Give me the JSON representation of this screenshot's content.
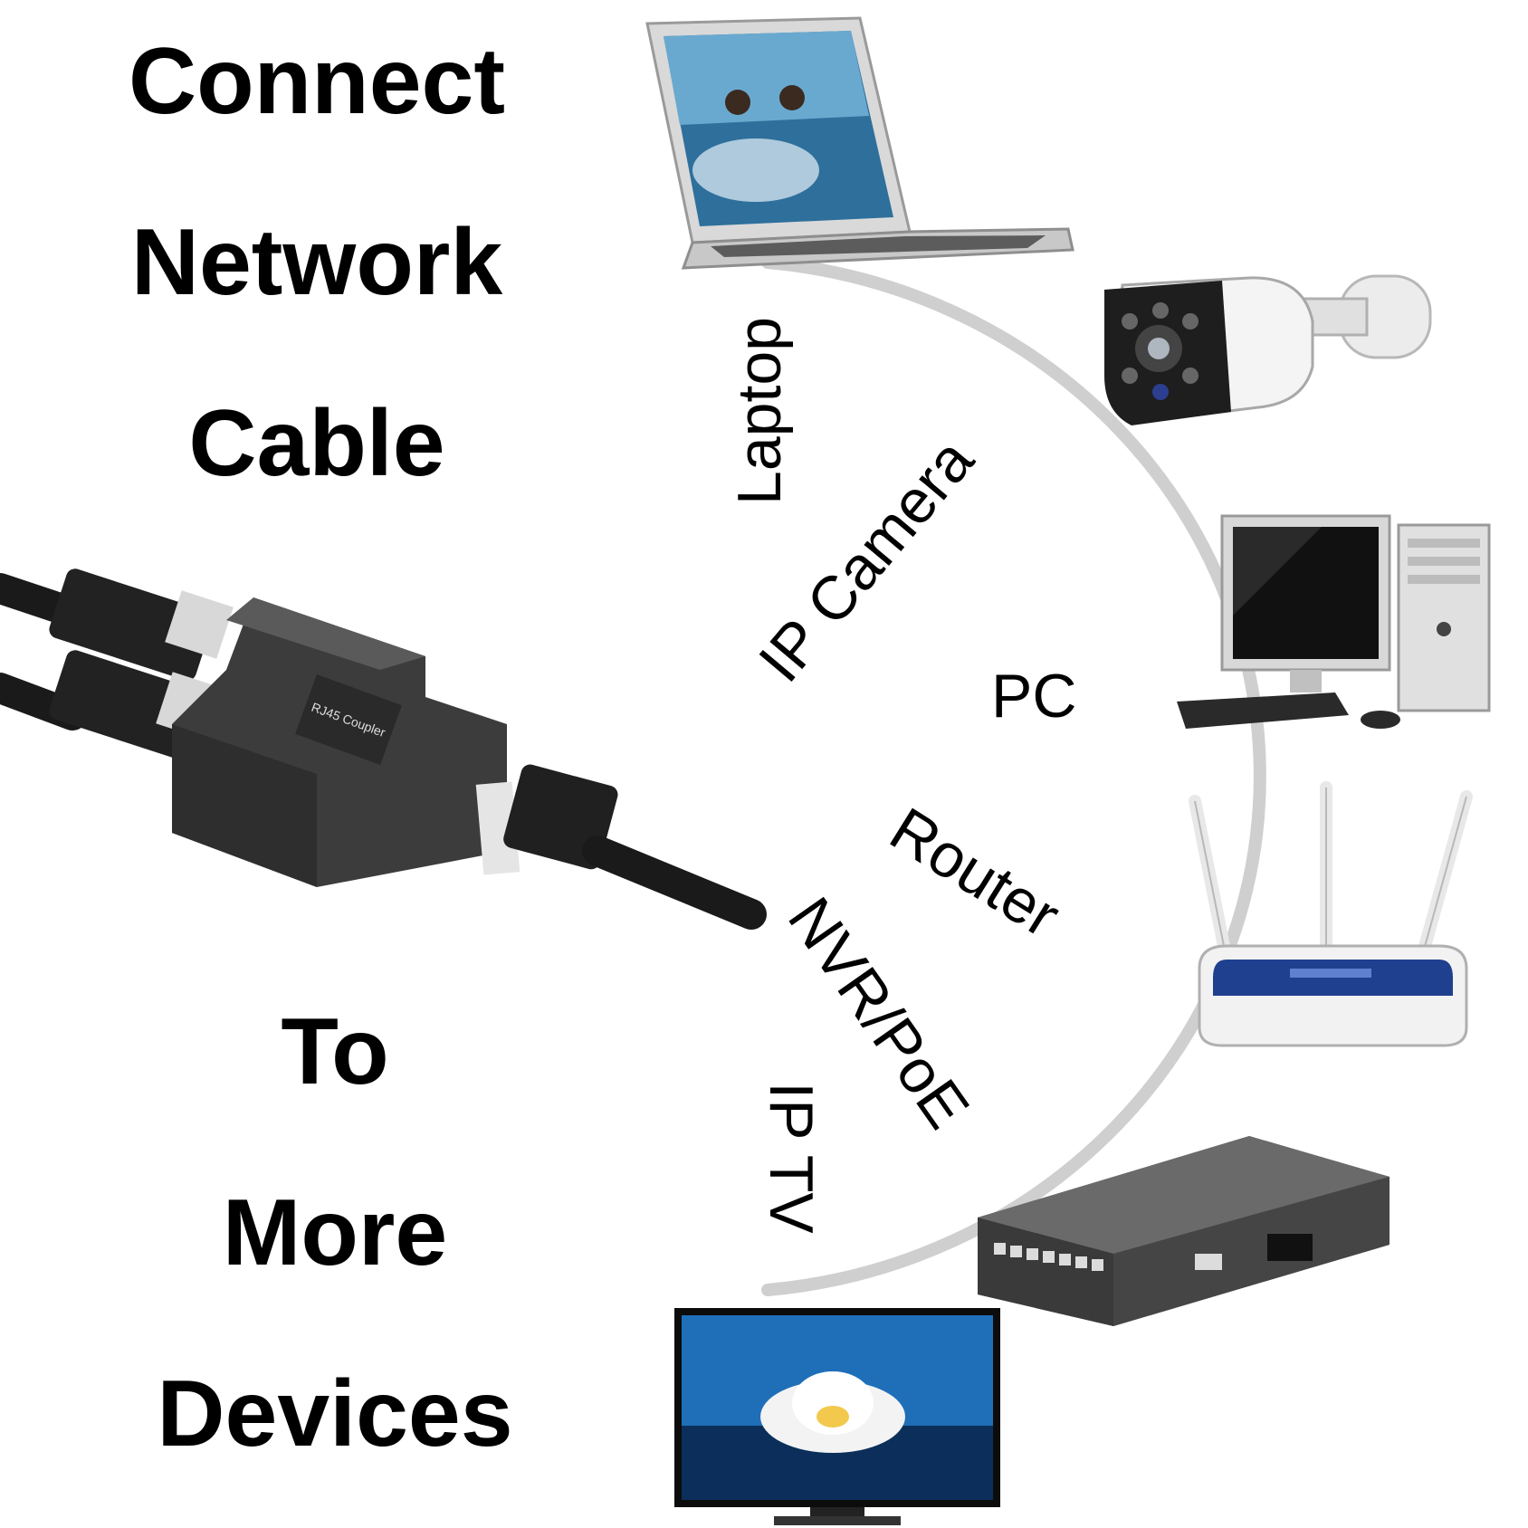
{
  "headline": {
    "line1": "Connect",
    "line2": "Network",
    "line3": "Cable",
    "line4": "To",
    "line5": "More",
    "line6": "Devices"
  },
  "coupler_label": "RJ45 Coupler",
  "devices": [
    {
      "label": "Laptop",
      "icon": "laptop-icon"
    },
    {
      "label": "IP Camera",
      "icon": "ip-camera-icon"
    },
    {
      "label": "PC",
      "icon": "desktop-pc-icon"
    },
    {
      "label": "Router",
      "icon": "wifi-router-icon"
    },
    {
      "label": "NVR/PoE",
      "icon": "poe-switch-icon"
    },
    {
      "label": "IP TV",
      "icon": "tv-icon"
    }
  ],
  "colors": {
    "arc": "#cfcfcf",
    "coupler": "#3c3c3c",
    "router_band": "#1f3f8f",
    "text": "#000000"
  }
}
